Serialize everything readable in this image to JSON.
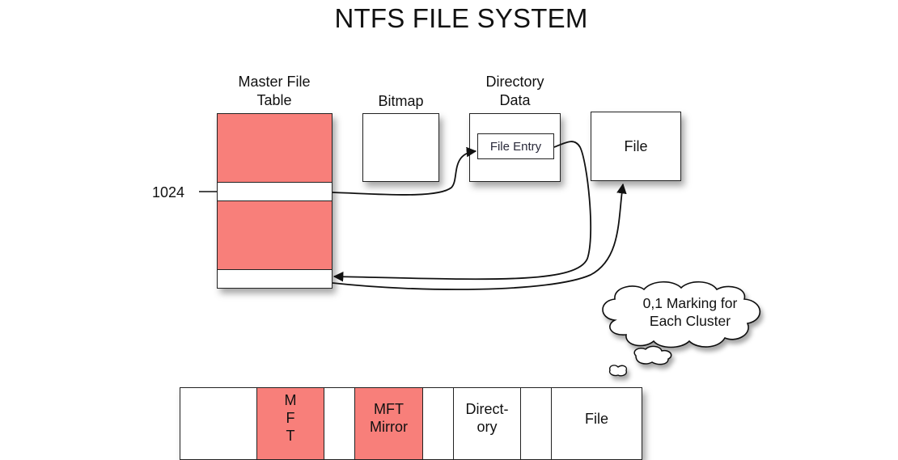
{
  "title": "NTFS FILE SYSTEM",
  "top_diagram": {
    "mft": {
      "label_line1": "Master File",
      "label_line2": "Table",
      "marker_label": "1024",
      "rows": [
        {
          "kind": "record-block",
          "color": "#f87f7a"
        },
        {
          "kind": "record-1024",
          "color": "#ffffff"
        },
        {
          "kind": "record-block",
          "color": "#f87f7a"
        },
        {
          "kind": "record-last",
          "color": "#ffffff"
        }
      ]
    },
    "bitmap": {
      "label": "Bitmap"
    },
    "directory": {
      "label_line1": "Directory",
      "label_line2": "Data",
      "entry_label": "File Entry"
    },
    "file": {
      "label": "File"
    },
    "callout": {
      "line1": "0,1 Marking for",
      "line2": "Each Cluster"
    },
    "arrows": [
      {
        "from": "mft-record-1024",
        "to": "file-entry"
      },
      {
        "from": "file-entry",
        "to": "mft-record-last"
      },
      {
        "from": "mft-record-last",
        "to": "file"
      }
    ]
  },
  "disk_layout": {
    "segments": [
      {
        "name": "boot",
        "label": "",
        "highlight": false
      },
      {
        "name": "mft",
        "label": "M\nF\nT",
        "highlight": true
      },
      {
        "name": "gap-1",
        "label": "",
        "highlight": false
      },
      {
        "name": "mft-mirror",
        "label": "MFT\nMirror",
        "highlight": true
      },
      {
        "name": "gap-2",
        "label": "",
        "highlight": false
      },
      {
        "name": "directory",
        "label": "Direct-\nory",
        "highlight": false
      },
      {
        "name": "gap-3",
        "label": "",
        "highlight": false
      },
      {
        "name": "file",
        "label": "File",
        "highlight": false
      }
    ]
  },
  "colors": {
    "highlight": "#f87f7a",
    "stroke": "#222222"
  }
}
